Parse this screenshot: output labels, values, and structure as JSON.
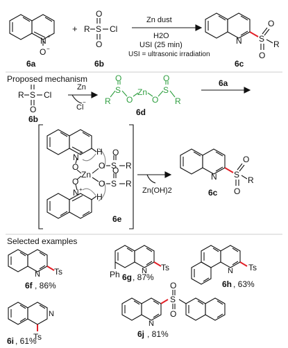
{
  "scheme": {
    "reactant_a_label": "6a",
    "reactant_b_label": "6b",
    "product_label": "6c",
    "plus": "+",
    "reagent_line1": "Zn dust",
    "reagent_line2": "H2O",
    "reagent_line3": "USI (25 min)",
    "usi_note": "USI = ultrasonic irradiation"
  },
  "mechanism": {
    "title": "Proposed mechanism",
    "reactant_label": "6b",
    "arrow_top": "Zn",
    "arrow_bottom": "Cl",
    "intermediate_label": "6d",
    "arrow2_label": "6a",
    "complex_label": "6e",
    "arrow3_label": "Zn(OH)2",
    "product_label": "6c"
  },
  "examples": {
    "title": "Selected examples",
    "items": [
      {
        "id": "6f",
        "yield": ", 86%"
      },
      {
        "id": "6g",
        "yield": ", 87%"
      },
      {
        "id": "6h",
        "yield": ", 63%"
      },
      {
        "id": "6i",
        "yield": ", 61%"
      },
      {
        "id": "6j",
        "yield": ", 81%"
      }
    ]
  },
  "atoms": {
    "N": "N",
    "O": "O",
    "S": "S",
    "Cl": "Cl",
    "R": "R",
    "Zn": "Zn",
    "H": "H",
    "Ts": "Ts",
    "Ph": "Ph",
    "plus_charge": "+",
    "minus_charge": "−"
  },
  "colors": {
    "accent_red": "#e21f26",
    "accent_green": "#2e9e3f"
  }
}
